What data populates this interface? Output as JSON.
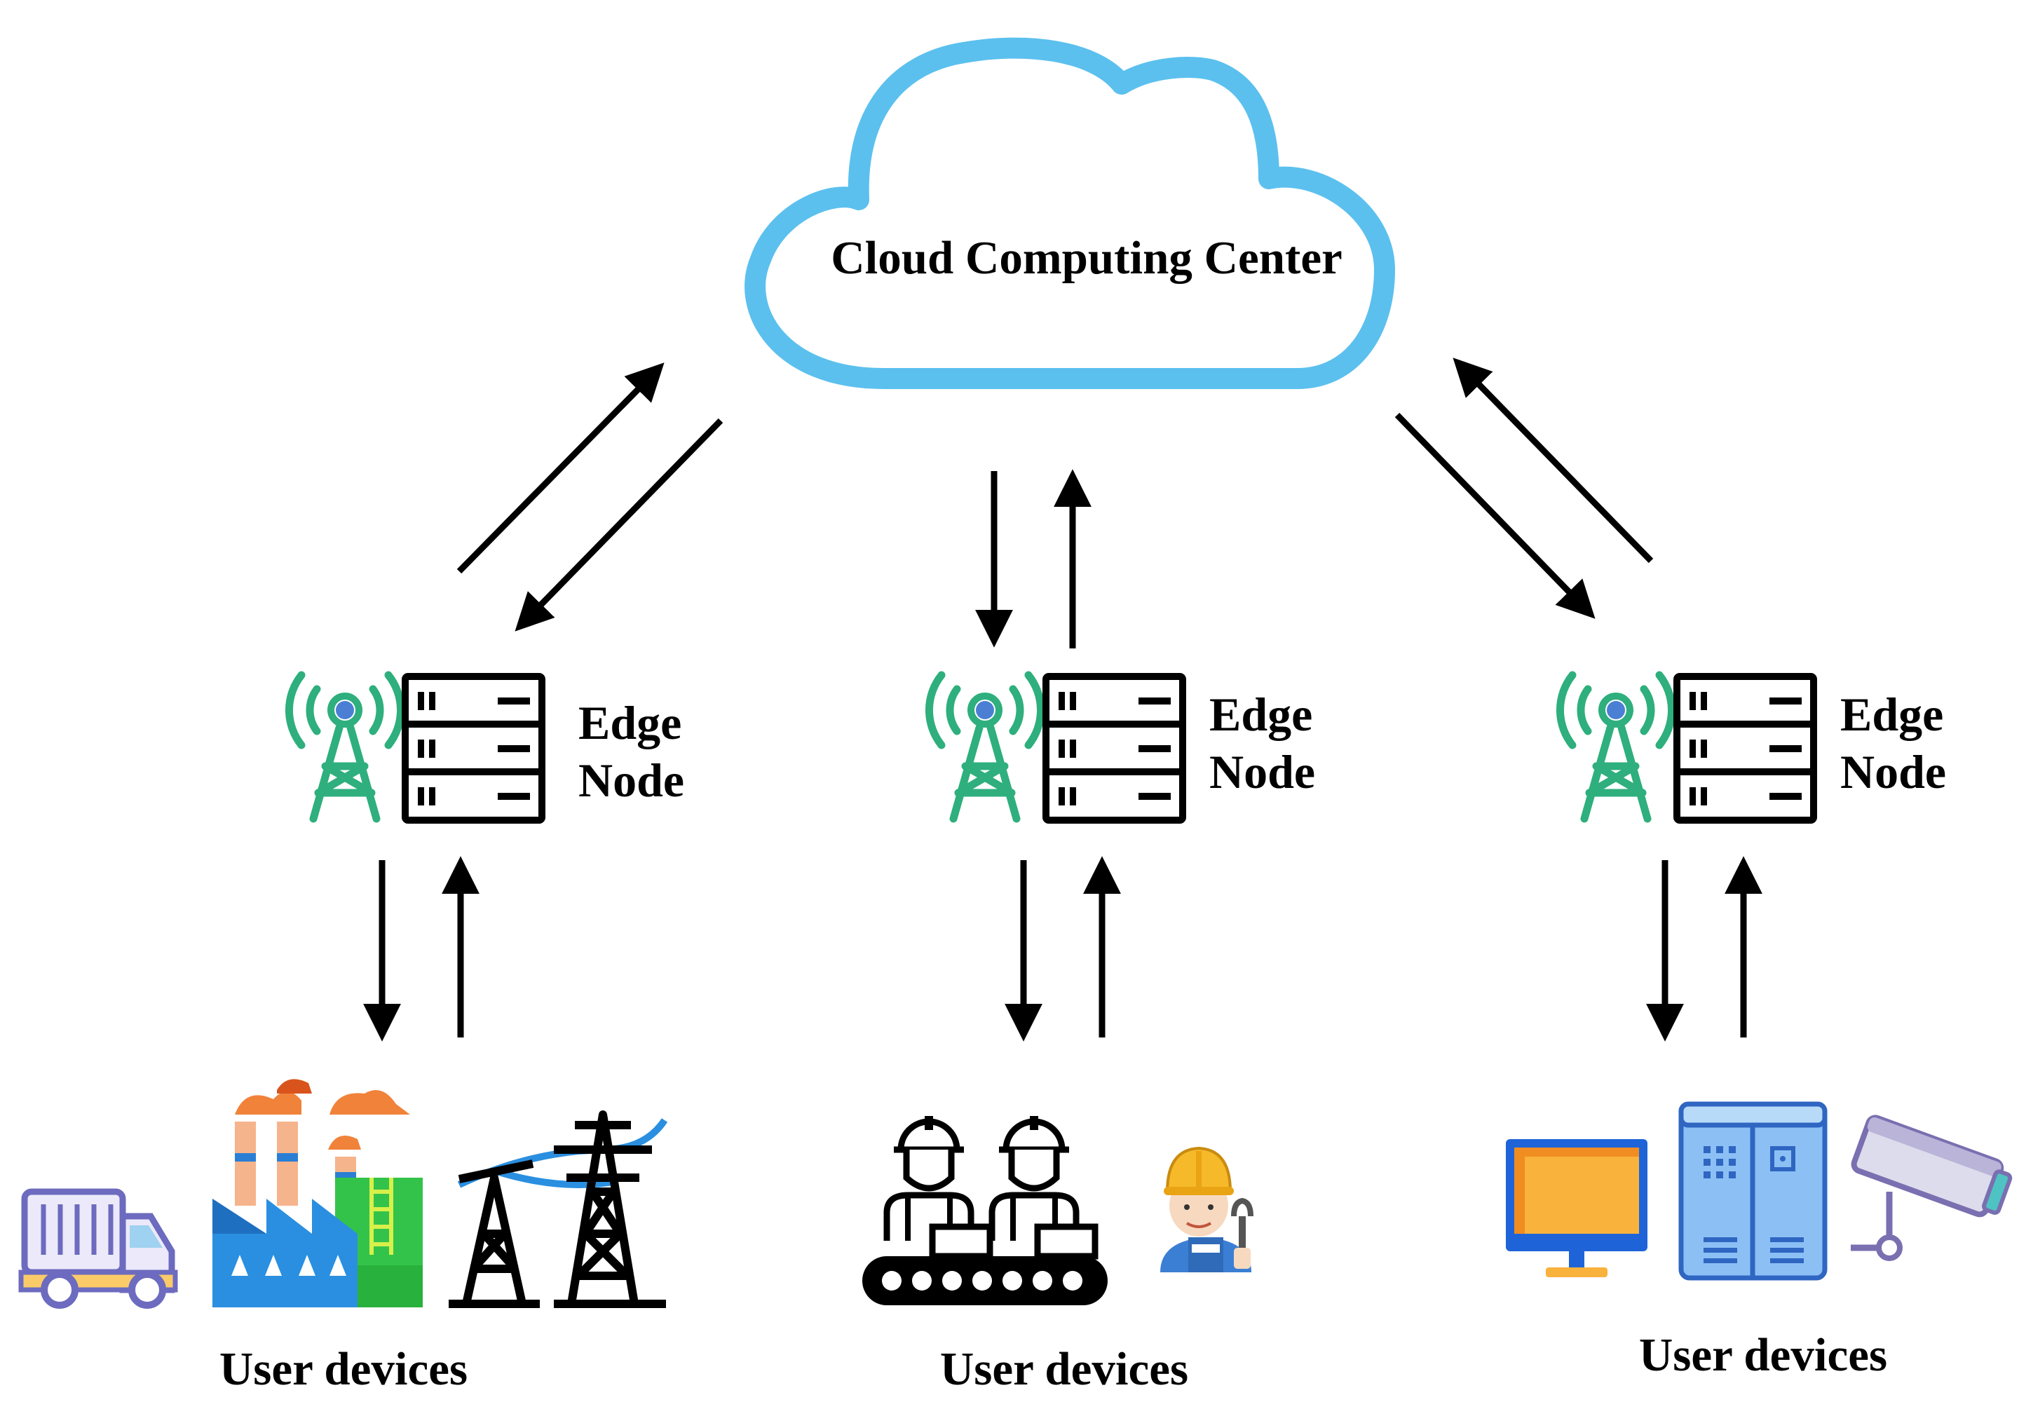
{
  "cloud": {
    "label": "Cloud Computing Center"
  },
  "edge_nodes": [
    {
      "line1": "Edge",
      "line2": "Node"
    },
    {
      "line1": "Edge",
      "line2": "Node"
    },
    {
      "line1": "Edge",
      "line2": "Node"
    }
  ],
  "user_groups": [
    {
      "label": "User devices",
      "devices": [
        "truck-icon",
        "factory-icon",
        "power-tower-icon"
      ]
    },
    {
      "label": "User devices",
      "devices": [
        "assembly-line-workers-icon",
        "engineer-icon"
      ]
    },
    {
      "label": "User devices",
      "devices": [
        "monitor-icon",
        "server-cabinet-icon",
        "security-camera-icon"
      ]
    }
  ],
  "colors": {
    "cloud_stroke": "#5bc0ee",
    "antenna": "#2eaf7d",
    "antenna_core": "#4a7fd4",
    "arrow": "#000000"
  }
}
